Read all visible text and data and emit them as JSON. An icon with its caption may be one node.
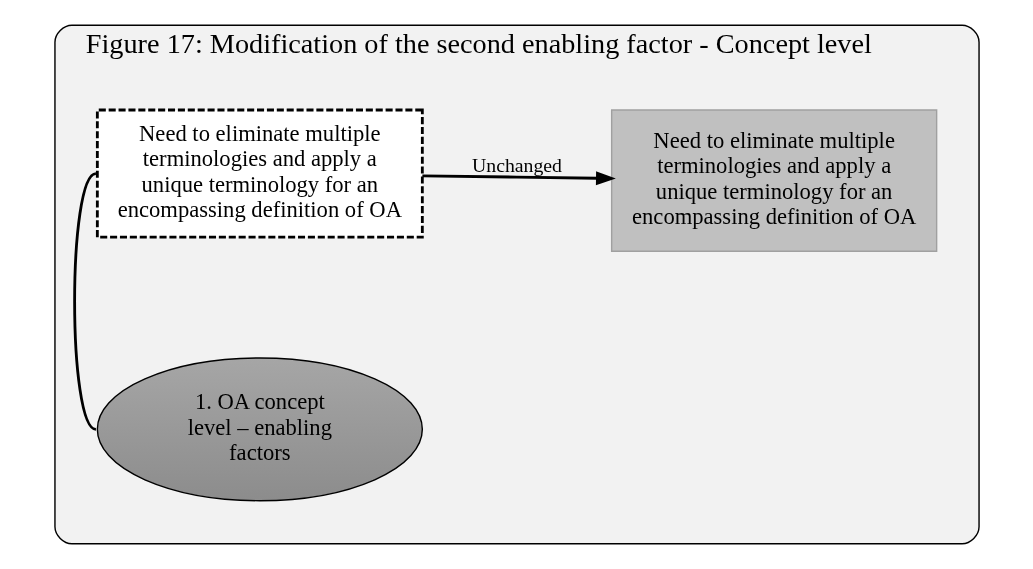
{
  "diagram": {
    "nodes": [
      {
        "text": [
          "Figure 17: Modification of the second enabling factor - Concept level"
        ]
      },
      {
        "text": [
          "1. OA concept level – enabling factors"
        ],
        "in": 0
      },
      {
        "text": [
          "Need to eliminate multiple terminologies and apply a unique terminology for an encompassing definition of OA"
        ],
        "in": 0
      },
      {
        "text": [
          "Need to eliminate multiple terminologies and apply a unique terminology for an encompassing definition of OA"
        ],
        "in": 0
      }
    ],
    "edges": [
      {
        "from": 1,
        "to": 2,
        "arrow": "none"
      },
      {
        "from": 2,
        "to": 3,
        "arrow": "to",
        "label": "Unchanged"
      }
    ]
  }
}
